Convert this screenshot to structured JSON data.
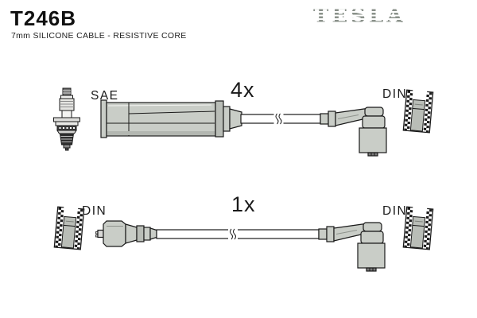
{
  "product": {
    "part_number": "T246B",
    "description": "7mm SILICONE CABLE - RESISTIVE CORE",
    "brand": "TESLA"
  },
  "colors": {
    "background": "#ffffff",
    "outline": "#1a1a1a",
    "connector_fill": "#c9cdc7",
    "connector_shade": "#b3b7b1",
    "brand_gray": "#8a918a",
    "text": "#111111"
  },
  "cables": [
    {
      "quantity": "4x",
      "plug_end": {
        "icon": "spark-plug-icon",
        "standard": "SAE",
        "connector": "straight-boot"
      },
      "distributor_end": {
        "icon": "din-terminal-icon",
        "standard": "DIN",
        "connector": "angled-90-connector"
      }
    },
    {
      "quantity": "1x",
      "plug_end": {
        "icon": "din-terminal-icon",
        "standard": "DIN",
        "connector": "straight-connector"
      },
      "distributor_end": {
        "icon": "din-terminal-icon",
        "standard": "DIN",
        "connector": "angled-90-connector"
      }
    }
  ]
}
